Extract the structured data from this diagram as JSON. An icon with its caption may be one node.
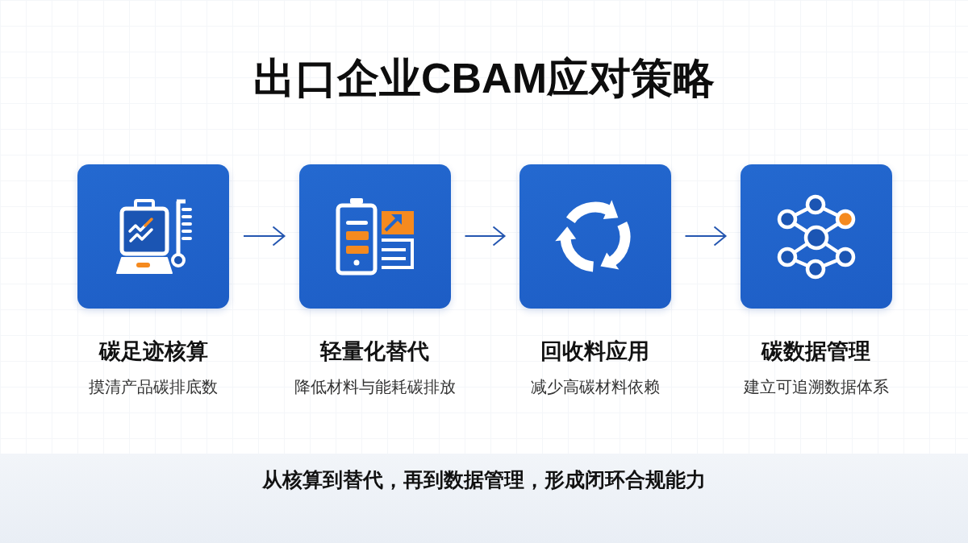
{
  "diagram": {
    "title": "出口企业CBAM应对策略",
    "nodes": [
      {
        "text": [
          "碳足迹核算",
          "摸清产品碳排底数"
        ]
      },
      {
        "text": [
          "轻量化替代",
          "降低材料与能耗碳排放"
        ]
      },
      {
        "text": [
          "回收料应用",
          "减少高碳材料依赖"
        ]
      },
      {
        "text": [
          "碳数据管理",
          "建立可追溯数据体系"
        ]
      }
    ],
    "edges": [
      {
        "from": 0,
        "to": 1,
        "arrow": "to"
      },
      {
        "from": 1,
        "to": 2,
        "arrow": "to"
      },
      {
        "from": 2,
        "to": 3,
        "arrow": "to"
      }
    ],
    "caption": "从核算到替代，再到数据管理，形成闭环合规能力"
  }
}
